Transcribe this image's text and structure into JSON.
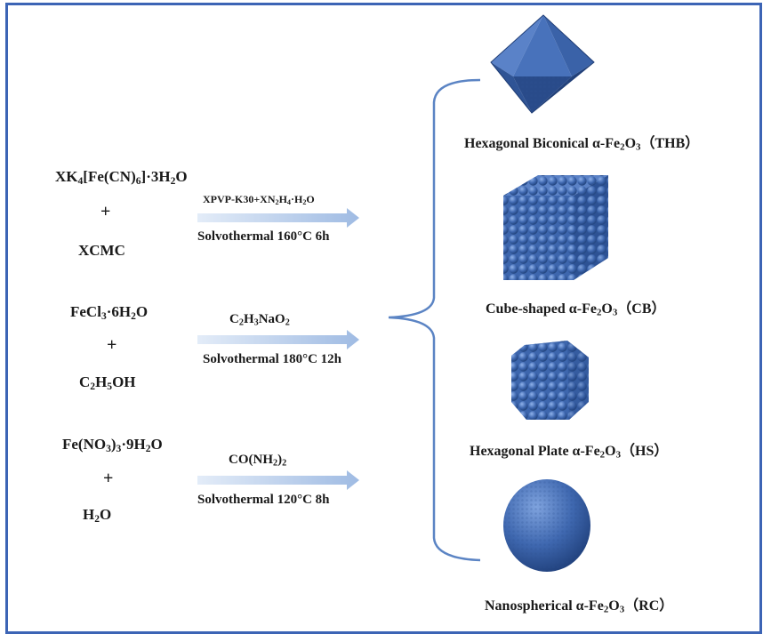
{
  "colors": {
    "frame": "#3c64b5",
    "arrow": "#a9c4e8",
    "bracket": "#5b84c4",
    "particle": "#3f68b0"
  },
  "routes": [
    {
      "reagent_top": {
        "pre": "XK",
        "s1": "4",
        "mid": "[Fe(CN)",
        "s2": "6",
        "post": "]·3H",
        "s3": "2",
        "end": "O"
      },
      "plus": "+",
      "reagent_bottom": "XCMC",
      "condition_top": {
        "pre": "XPVP-K30+XN",
        "s1": "2",
        "mid": "H",
        "s2": "4",
        "post": "·H",
        "s3": "2",
        "end": "O"
      },
      "condition_bottom": "Solvothermal 160°C 6h"
    },
    {
      "reagent_top": {
        "pre": "FeCl",
        "s1": "3",
        "post": "·6H",
        "s2": "2",
        "end": "O"
      },
      "plus": "+",
      "reagent_bottom": {
        "pre": "C",
        "s1": "2",
        "mid": "H",
        "s2": "5",
        "end": "OH"
      },
      "condition_top": {
        "pre": "C",
        "s1": "2",
        "mid": "H",
        "s2": "3",
        "post": "NaO",
        "s3": "2"
      },
      "condition_bottom": "Solvothermal 180°C 12h"
    },
    {
      "reagent_top": {
        "pre": "Fe(NO",
        "s1": "3",
        "mid": ")",
        "s2": "3",
        "post": "·9H",
        "s3": "2",
        "end": "O"
      },
      "plus": "+",
      "reagent_bottom": {
        "pre": "H",
        "s1": "2",
        "end": "O"
      },
      "condition_top": {
        "pre": "CO(NH",
        "s1": "2",
        "end": ")",
        "s2": "2"
      },
      "condition_bottom": "Solvothermal 120°C 8h"
    }
  ],
  "products": [
    {
      "name": "Hexagonal Biconical α-Fe",
      "s1": "2",
      "mid": "O",
      "s2": "3",
      "code": "（THB）",
      "shape": "octahedron-icon"
    },
    {
      "name": "Cube-shaped α-Fe",
      "s1": "2",
      "mid": "O",
      "s2": "3",
      "code": "（CB）",
      "shape": "cube-icon"
    },
    {
      "name": "Hexagonal Plate α-Fe",
      "s1": "2",
      "mid": "O",
      "s2": "3",
      "code": "（HS）",
      "shape": "hexagonal-plate-icon"
    },
    {
      "name": "Nanospherical α-Fe",
      "s1": "2",
      "mid": "O",
      "s2": "3",
      "code": "（RC）",
      "shape": "sphere-icon"
    }
  ]
}
